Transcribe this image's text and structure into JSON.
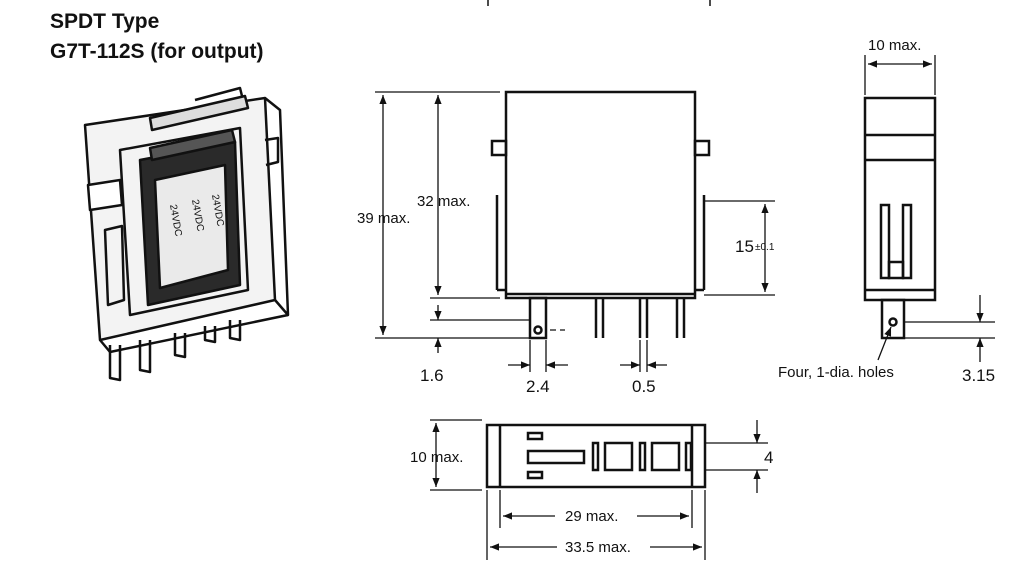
{
  "title": {
    "line1": "SPDT Type",
    "line2": "G7T-112S (for output)"
  },
  "product_photo": {
    "coil_text": "24VDC"
  },
  "dims": {
    "height_total": "39 max.",
    "height_body": "32 max.",
    "pin_pitch": "15",
    "pin_pitch_tol": "±0.1",
    "pin_len": "1.6",
    "pin_width": "2.4",
    "pin_thick": "0.5",
    "side_width": "10 max.",
    "holes_note": "Four, 1-dia. holes",
    "hole_offset": "3.15",
    "bottom_width": "10 max.",
    "bottom_pin": "4",
    "length_body": "29 max.",
    "length_total": "33.5 max."
  }
}
